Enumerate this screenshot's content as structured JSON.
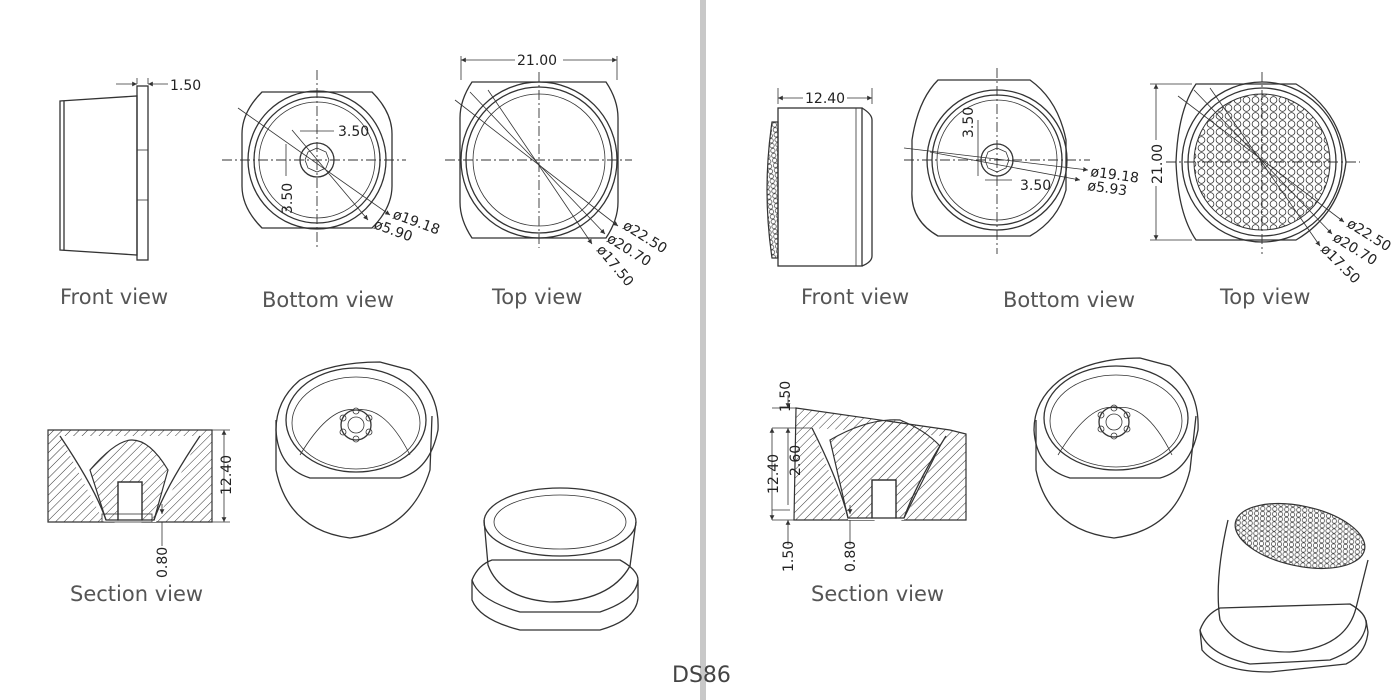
{
  "left_sheet": {
    "front_view": {
      "caption": "Front view",
      "dim_flange": "1.50"
    },
    "bottom_view": {
      "caption": "Bottom view",
      "dim_hole_w": "3.50",
      "dim_hole_h": "3.50",
      "dim_d1": "ø19.18",
      "dim_d2": "ø5.90"
    },
    "top_view": {
      "caption": "Top view",
      "dim_width": "21.00",
      "dim_d1": "ø22.50",
      "dim_d2": "ø20.70",
      "dim_d3": "ø17.50"
    },
    "section_view": {
      "caption": "Section view",
      "dim_height": "12.40",
      "dim_base": "0.80"
    }
  },
  "right_sheet": {
    "front_view": {
      "caption": "Front view",
      "dim_width": "12.40"
    },
    "bottom_view": {
      "caption": "Bottom view",
      "dim_hole_h": "3.50",
      "dim_hole_w": "3.50",
      "dim_d1": "ø19.18",
      "dim_d2": "ø5.93"
    },
    "top_view": {
      "caption": "Top view",
      "dim_height": "21.00",
      "dim_d1": "ø22.50",
      "dim_d2": "ø20.70",
      "dim_d3": "ø17.50"
    },
    "section_view": {
      "caption": "Section view",
      "dim_total": "12.40",
      "dim_mid": "2.60",
      "dim_base": "1.50",
      "dim_small": "0.80",
      "dim_top": "1.50"
    }
  },
  "footer": {
    "model": "DS86"
  }
}
